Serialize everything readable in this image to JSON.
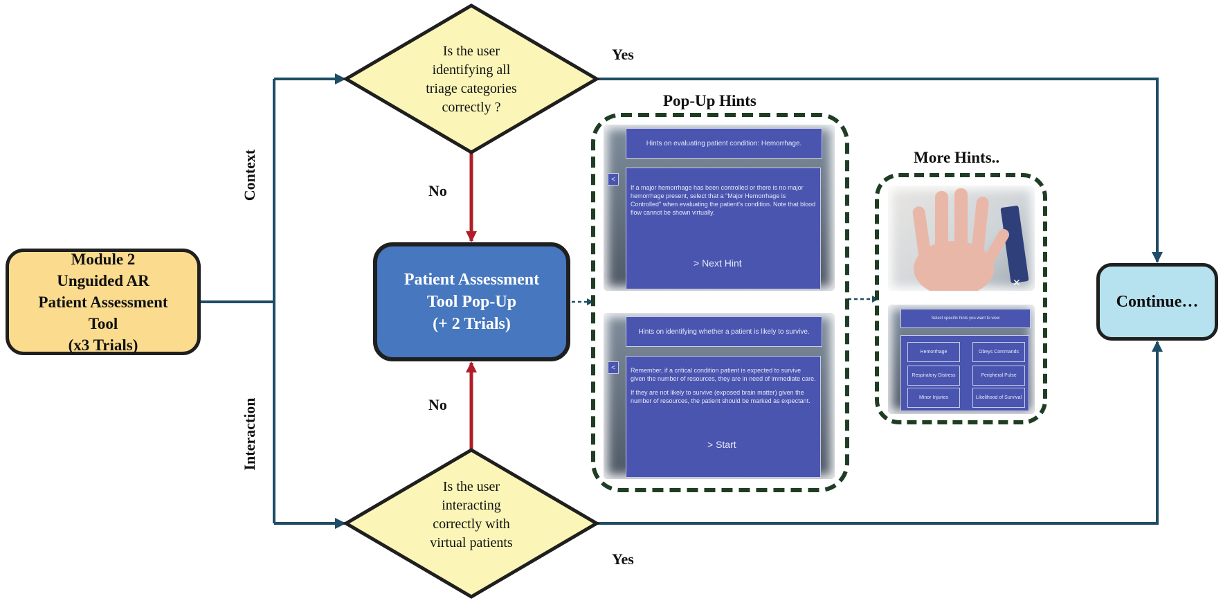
{
  "module": {
    "lines": [
      "Module 2",
      "Unguided AR",
      "Patient Assessment",
      "Tool",
      "(x3 Trials)"
    ]
  },
  "decision_top": {
    "lines": [
      "Is the user",
      "identifying all",
      "triage categories",
      "correctly ?"
    ]
  },
  "decision_bottom": {
    "lines": [
      "Is the user",
      "interacting",
      "correctly with",
      "virtual patients"
    ]
  },
  "patient_tool": {
    "lines": [
      "Patient Assessment",
      "Tool Pop-Up",
      "(+ 2 Trials)"
    ]
  },
  "continue_label": "Continue…",
  "labels": {
    "yes_top": "Yes",
    "yes_bottom": "Yes",
    "no_top": "No",
    "no_bottom": "No",
    "context": "Context",
    "interaction": "Interaction"
  },
  "popup_hints": {
    "title": "Pop-Up Hints",
    "screen1": {
      "header": "Hints on evaluating patient condition: Hemorrhage.",
      "body": "If a major hemorrhage has been controlled or there is no major hemorrhage present, select that a \"Major Hemorrhage is Controlled\" when evaluating the patient's condition. Note that blood flow cannot be shown virtually.",
      "button": ">     Next Hint"
    },
    "screen2": {
      "header": "Hints on identifying whether a patient is likely to survive.",
      "body1": "Remember, if a critical condition patient is expected to survive given the number of resources, they are in need of immediate care.",
      "body2": "If they are not likely to survive (exposed brain matter) given the number of resources, the patient should be marked as expectant.",
      "button": "> Start"
    }
  },
  "more_hints": {
    "title": "More Hints..",
    "menu_header": "Select specific hints you want to view",
    "tiles": [
      "Hemorrhage",
      "Obeys Commands",
      "Respiratory Distress",
      "Peripheral Pulse",
      "Minor Injuries",
      "Likelihood of Survival"
    ]
  },
  "colors": {
    "flow_line": "#1e4d66",
    "no_arrow": "#b01e2a",
    "diamond_fill": "#fbf6b8",
    "module_fill": "#fbdc8e",
    "tool_fill": "#4677bf",
    "continue_fill": "#b6e1ee",
    "dashed_group": "#1f3d24"
  }
}
